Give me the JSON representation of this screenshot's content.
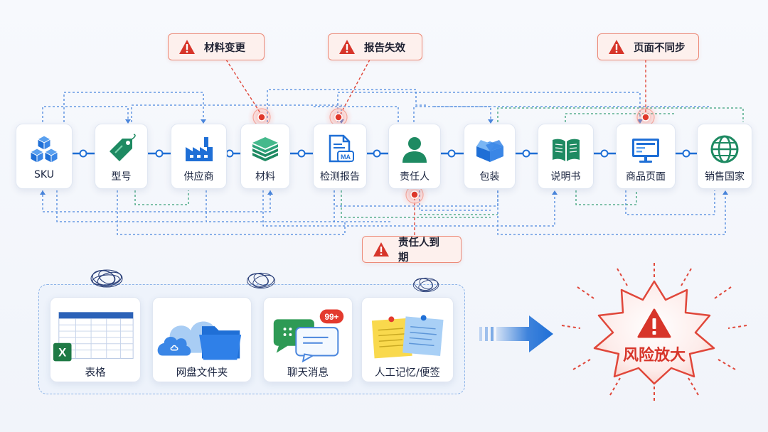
{
  "nodes": [
    {
      "label": "SKU",
      "icon": "cubes-icon"
    },
    {
      "label": "型号",
      "icon": "tag-icon"
    },
    {
      "label": "供应商",
      "icon": "factory-icon"
    },
    {
      "label": "材料",
      "icon": "layers-icon"
    },
    {
      "label": "检测报告",
      "icon": "report-document-icon"
    },
    {
      "label": "责任人",
      "icon": "person-icon"
    },
    {
      "label": "包装",
      "icon": "package-box-icon"
    },
    {
      "label": "说明书",
      "icon": "open-book-icon"
    },
    {
      "label": "商品页面",
      "icon": "monitor-page-icon"
    },
    {
      "label": "销售国家",
      "icon": "globe-icon"
    }
  ],
  "report_icon_text": "MA",
  "alerts": [
    {
      "label": "材料变更",
      "target": "材料"
    },
    {
      "label": "报告失效",
      "target": "检测报告"
    },
    {
      "label": "页面不同步",
      "target": "商品页面"
    },
    {
      "label": "责任人到期",
      "target": "责任人"
    }
  ],
  "tools": [
    {
      "label": "表格",
      "icon": "excel-spreadsheet-icon",
      "icon_text": "X"
    },
    {
      "label": "网盘文件夹",
      "icon": "cloud-folder-icon"
    },
    {
      "label": "聊天消息",
      "icon": "chat-bubbles-icon",
      "badge": "99+"
    },
    {
      "label": "人工记忆/便签",
      "icon": "sticky-notes-icon"
    }
  ],
  "result": {
    "label": "风险放大",
    "icon": "warning-burst-icon"
  },
  "colors": {
    "primary_blue": "#1f6fd6",
    "link_blue": "#4a86dd",
    "link_green": "#3aa17a",
    "alert_red": "#d7352a",
    "alert_bg": "#fdf0ed",
    "alert_border": "#ec8a78"
  }
}
